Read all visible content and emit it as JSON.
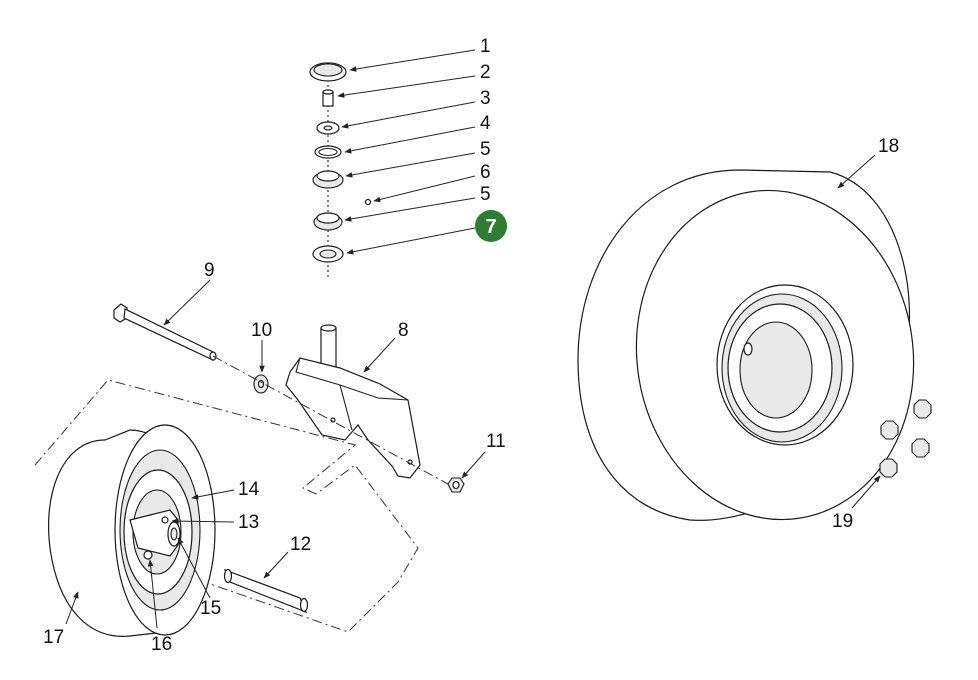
{
  "callouts": {
    "c1": "1",
    "c2": "2",
    "c3": "3",
    "c4": "4",
    "c5a": "5",
    "c6": "6",
    "c5b": "5",
    "c7": "7",
    "c8": "8",
    "c9": "9",
    "c10": "10",
    "c11": "11",
    "c12": "12",
    "c13": "13",
    "c14": "14",
    "c15": "15",
    "c16": "16",
    "c17": "17",
    "c18": "18",
    "c19": "19"
  },
  "colors": {
    "highlight": "#2e7d32",
    "ink": "#1a1a1a"
  },
  "highlighted_callout": "7"
}
